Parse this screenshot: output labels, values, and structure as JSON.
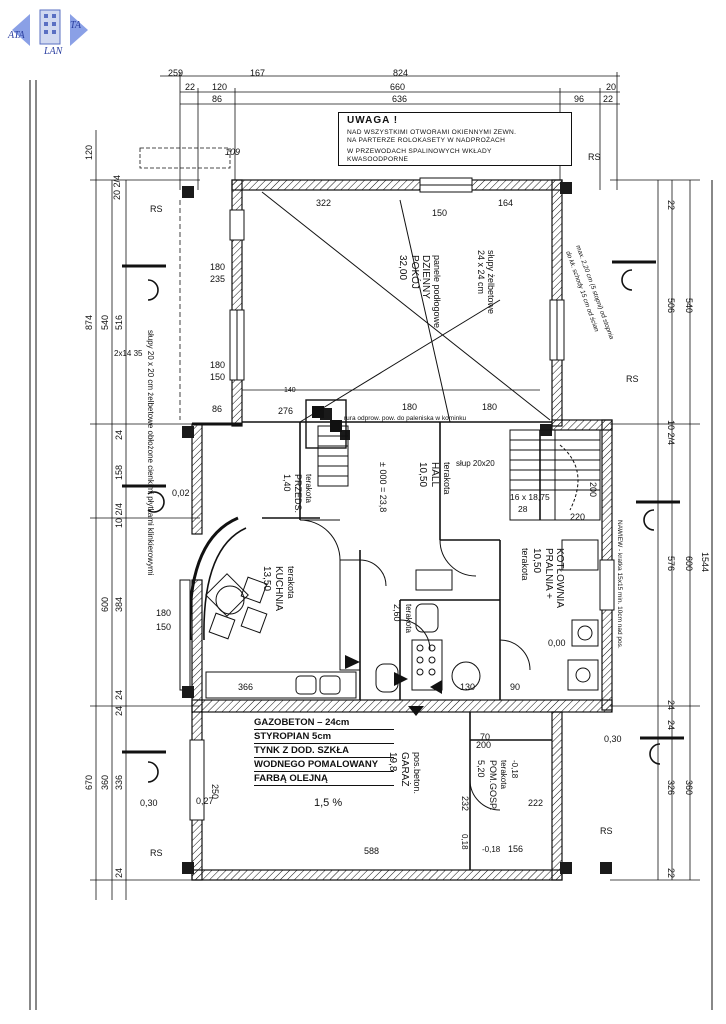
{
  "logo": {
    "line1": "ATA",
    "line2": "TA",
    "line3": "LAN"
  },
  "note": {
    "title": "UWAGA !",
    "lines": [
      "NAD WSZYSTKIMI OTWORAMI OKIENNYMI ZEWN.",
      "NA PARTERZE ROLOKASETY W NADPROŻACH",
      "W PRZEWODACH SPALINOWYCH WKŁADY",
      "KWASOODPORNE"
    ]
  },
  "legend": [
    "GAZOBETON – 24cm",
    "STYROPIAN 5cm",
    "TYNK Z DOD. SZKŁA",
    "WODNEGO POMALOWANY",
    "FARBĄ OLEJNĄ"
  ],
  "rooms": {
    "pokoj": {
      "area": "32,00",
      "name": "POKÓJ",
      "name2": "DZIENNY",
      "floor": "panele podłogowe",
      "note1": "słupy żelbetowe",
      "note2": "24 x 24 cm"
    },
    "hall": {
      "area": "10,50",
      "name": "HALL",
      "floor": "terakota",
      "level": "± 000 = 23,8",
      "col": "słup 20x20"
    },
    "przeds": {
      "area": "1,40",
      "name": "PRZEDS.",
      "floor": "terakota"
    },
    "kuchnia": {
      "area": "13,50",
      "name": "KUCHNIA",
      "floor": "terakota"
    },
    "pralnia": {
      "area": "10,50",
      "name": "PRALNIA +",
      "name2": "KOTŁOWNIA",
      "floor": "terakota"
    },
    "wc": {
      "area": "2,60",
      "floor": "terakota"
    },
    "garaz": {
      "area": "19,8",
      "name": "GARAŻ",
      "floor": "pos.beton."
    },
    "pomgosp": {
      "area": "5,20",
      "name": "POM.GOSP.",
      "floor": "terakota",
      "level": "-0,18"
    },
    "slope": "1,5 %",
    "columns": "słupy 20 x 20 cm żelbetowe obłożone cienkimi płytkami klinkierowymi",
    "flue": "rura odprow. pow. do paleniska w kominku",
    "vent": "NAWIEW - kratka 15x15 min. 10cm nad pos.",
    "hand1": "max. 2,20 cm (5 stopni) od stopnia",
    "hand2": "do kk. schody 15 cm od ścian"
  },
  "labels": {
    "rs": "RS",
    "stairs": "16 x 18,75",
    "stairs2": "28",
    "lvl_002": "0,02",
    "lvl_000": "0,00",
    "lvl_030": "0,30",
    "lvl_027": "0,27",
    "lvl_018": "-0,18",
    "lvl_018b": "0,18"
  },
  "dims_top": [
    "22",
    "120",
    "86",
    "660",
    "636",
    "96",
    "20",
    "22",
    "824",
    "109",
    "167",
    "259"
  ],
  "dims_left": [
    "120",
    "20 2/4",
    "874",
    "540",
    "516",
    "2x14 35",
    "24",
    "158",
    "10 2/4",
    "600",
    "384",
    "24",
    "670",
    "360",
    "336",
    "24",
    "24"
  ],
  "dims_right": [
    "22",
    "506",
    "540",
    "10 2/4",
    "1544",
    "600",
    "576",
    "24",
    "360",
    "326",
    "22",
    "24"
  ],
  "dims_inner": [
    "322",
    "150",
    "164",
    "180",
    "235",
    "180",
    "150",
    "276",
    "180",
    "180",
    "140",
    "86",
    "180",
    "150",
    "366",
    "588",
    "130",
    "90",
    "70",
    "200",
    "222",
    "232",
    "156",
    "250",
    "220",
    "200"
  ]
}
